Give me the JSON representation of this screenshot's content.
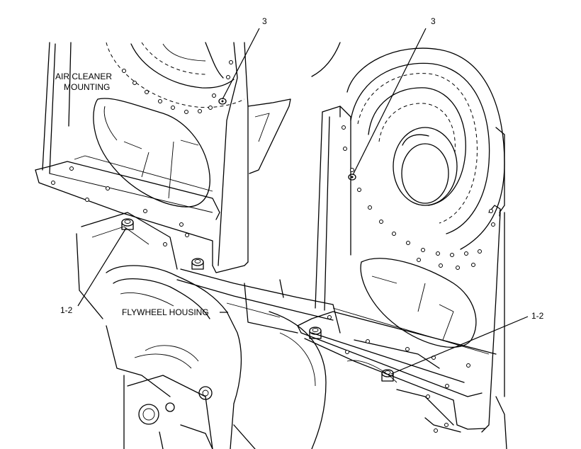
{
  "labels": {
    "callout_3_left": "3",
    "callout_3_right": "3",
    "callout_1_2_left": "1-2",
    "callout_1_2_right": "1-2",
    "air_cleaner_line1": "AIR CLEANER",
    "air_cleaner_line2": "MOUNTING",
    "flywheel_housing": "FLYWHEEL HOUSING"
  }
}
